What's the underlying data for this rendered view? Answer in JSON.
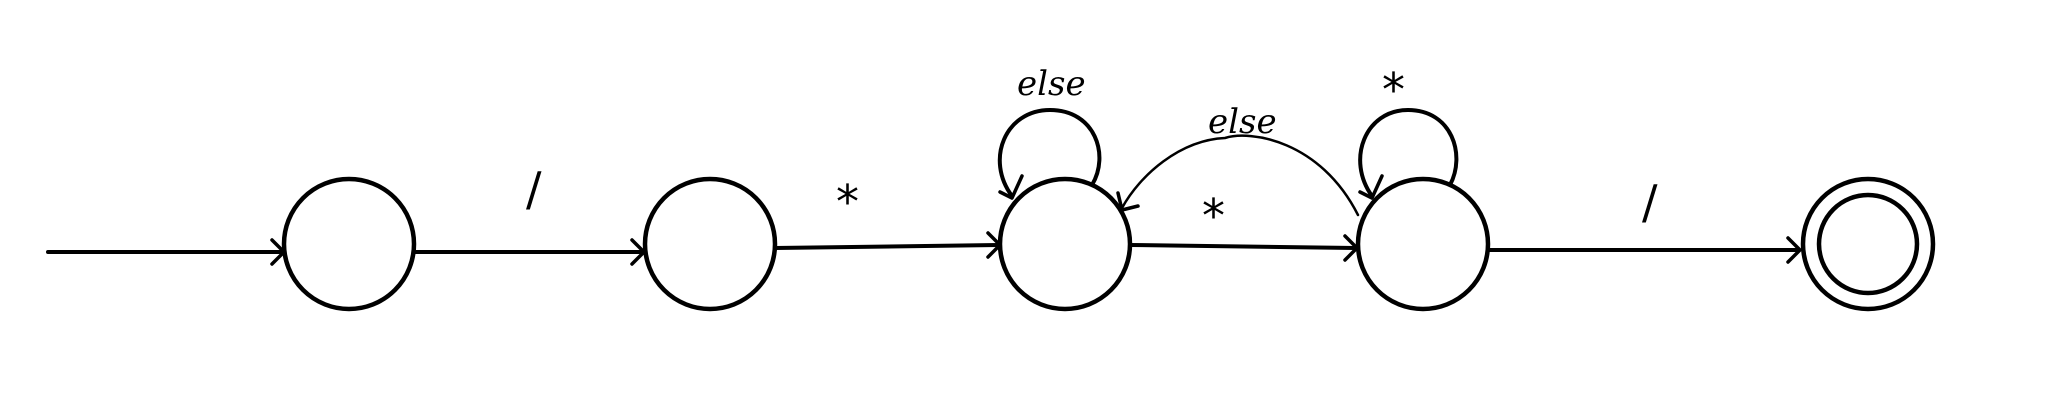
{
  "diagram": {
    "type": "finite-state-automaton",
    "states": [
      {
        "id": "q0",
        "accepting": false,
        "start": true
      },
      {
        "id": "q1",
        "accepting": false,
        "start": false
      },
      {
        "id": "q2",
        "accepting": false,
        "start": false
      },
      {
        "id": "q3",
        "accepting": false,
        "start": false
      },
      {
        "id": "q4",
        "accepting": true,
        "start": false
      }
    ],
    "transitions": [
      {
        "from": "q0",
        "to": "q1",
        "label": "/"
      },
      {
        "from": "q1",
        "to": "q2",
        "label": "*"
      },
      {
        "from": "q2",
        "to": "q2",
        "label": "else"
      },
      {
        "from": "q2",
        "to": "q3",
        "label": "*"
      },
      {
        "from": "q3",
        "to": "q2",
        "label": "else"
      },
      {
        "from": "q3",
        "to": "q3",
        "label": "*"
      },
      {
        "from": "q3",
        "to": "q4",
        "label": "/"
      }
    ]
  },
  "labels": {
    "t01": "/",
    "t12": "*",
    "t22": "else",
    "t23": "*",
    "t32": "else",
    "t33": "*",
    "t34": "/"
  }
}
